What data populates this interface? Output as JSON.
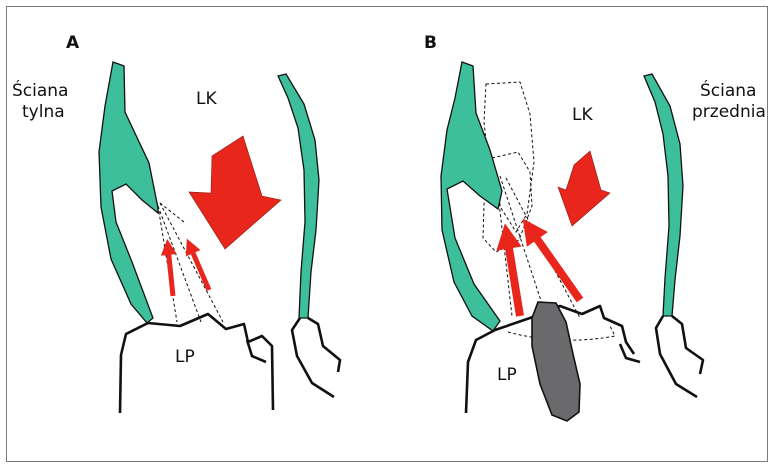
{
  "panel_a": {
    "letter": "A",
    "wall_label_line1": "Ściana",
    "wall_label_line2": "tylna",
    "lk_label": "LK",
    "lp_label": "LP"
  },
  "panel_b": {
    "letter": "B",
    "wall_label_line1": "Ściana",
    "wall_label_line2": "przednia",
    "lk_label": "LK",
    "lp_label": "LP"
  },
  "colors": {
    "wall": "#3dbf9b",
    "arrow": "#e8261b",
    "jet": "#6a6a6c",
    "outline": "#111111",
    "frame": "#7a7a7a"
  }
}
